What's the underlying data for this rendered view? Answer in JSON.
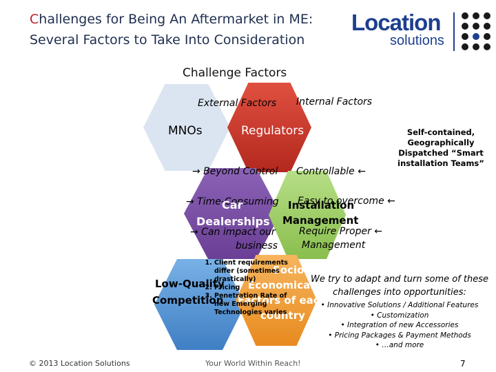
{
  "title": {
    "line1_first": "C",
    "line1_rest": "hallenges for Being An Aftermarket in ME:",
    "line2": "Several Factors to Take Into Consideration"
  },
  "logo": {
    "word1": "Location",
    "word2": "solutions"
  },
  "diagram": {
    "heading": "Challenge Factors",
    "external_factors": "External Factors",
    "internal_factors": "Internal Factors",
    "mnos": "MNOs",
    "regulators": "Regulators",
    "beyond_control": "→ Beyond Control",
    "controllable": "Controllable ←",
    "time_consuming": "→ Time-Consuming",
    "easy_to_overcome": "Easy to overcome ←",
    "car": "Car",
    "dealerships": "Dealerships",
    "installation": "Installation",
    "management": "Management",
    "can_impact": "→ Can impact our",
    "business": "business",
    "require_proper": "Require Proper ←",
    "management2": "Management",
    "low_quality": "Low-Quality",
    "competition": "Competition",
    "socio": "Socio-",
    "economical": "Economical",
    "factors_of_each": "Factors of each",
    "country": "country",
    "list": [
      "Client requirements differ (sometimes drastically)",
      "Pricing",
      "Penetration Rate of new Emerging Technologies varies"
    ]
  },
  "side_note": "Self-contained, Geographically Dispatched “Smart installation Teams”",
  "opportunities": {
    "title": "We try to adapt and turn some of these challenges into opportunities:",
    "items": [
      "• Innovative Solutions / Additional Features",
      "• Customization",
      "• Integration of new Accessories",
      "• Pricing Packages & Payment Methods",
      "• …and more"
    ]
  },
  "footer": {
    "copyright": "© 2013 Location Solutions",
    "tagline": "Your World Within Reach!",
    "page": "7"
  },
  "colors": {
    "mnos_hex": "#dbe5f1",
    "regulators_hex": "#c0392b",
    "car_hex": "#7a4ea3",
    "installation_hex": "#9ccc65",
    "low_quality_hex": "#5b9bd5",
    "socio_hex": "#f39c33"
  }
}
